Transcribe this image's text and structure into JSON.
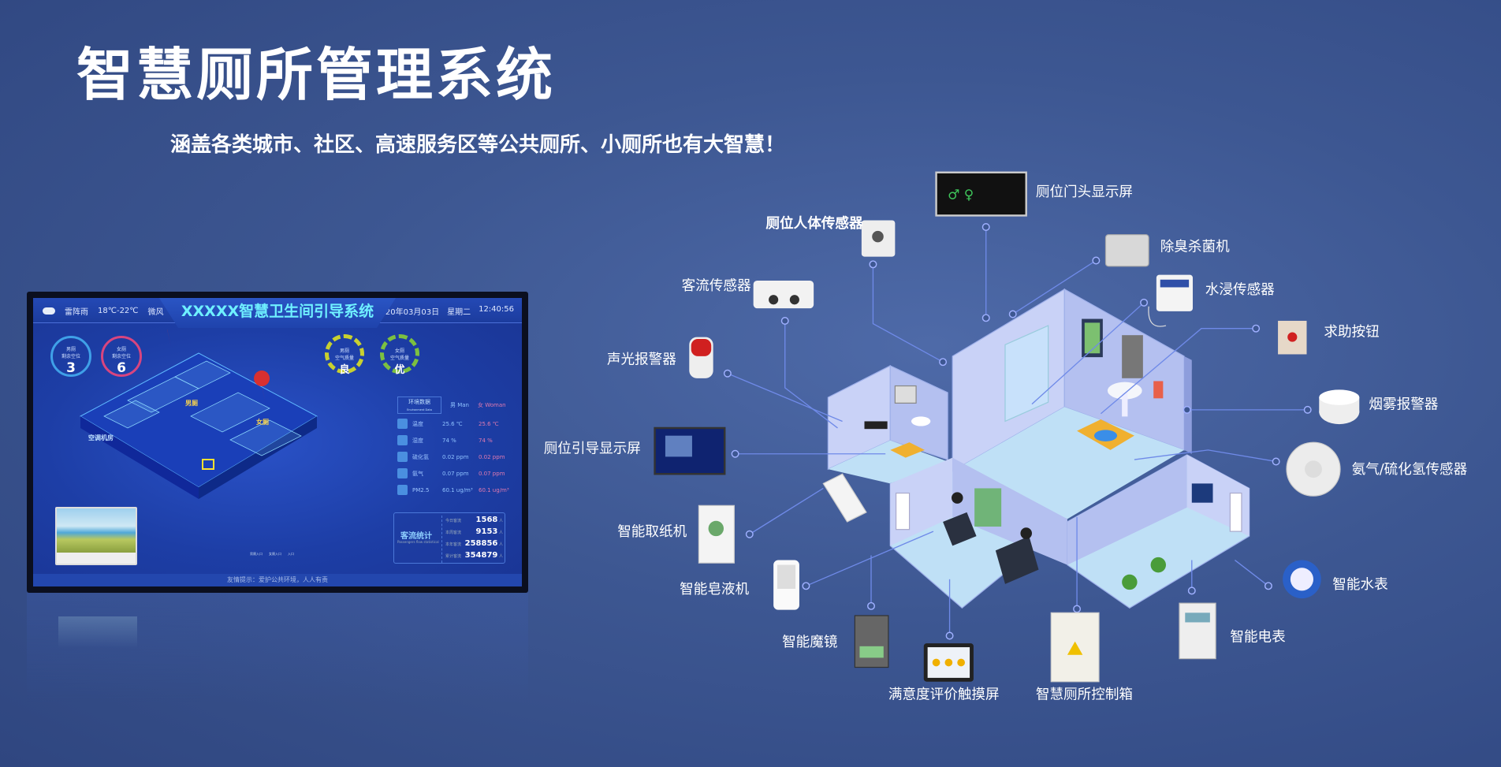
{
  "title": "智慧厕所管理系统",
  "subtitle": "涵盖各类城市、社区、高速服务区等公共厕所、小厕所也有大智慧！",
  "dashboard": {
    "weather": {
      "condition": "雷阵雨",
      "temp": "18℃-22℃",
      "wind": "微风"
    },
    "title": "XXXXX智慧卫生间引导系统",
    "date": "2020年03月03日",
    "weekday": "星期二",
    "time": "12:40:56",
    "vacancy": [
      {
        "label1": "男厕",
        "label2": "剩余空位",
        "value": "3"
      },
      {
        "label1": "女厕",
        "label2": "剩余空位",
        "value": "6"
      }
    ],
    "air_quality": [
      {
        "label1": "男厕",
        "label2": "空气质量",
        "value": "良"
      },
      {
        "label1": "女厕",
        "label2": "空气质量",
        "value": "优"
      }
    ],
    "map_labels": {
      "men": "男厕",
      "women": "女厕",
      "ac_room": "空调机房"
    },
    "legend": [
      "男厕入口",
      "女厕入口",
      "入口"
    ],
    "env": {
      "title": "环境数据",
      "title_en": "Environment Data",
      "men_header": "男 Man",
      "women_header": "女 Woman",
      "rows": [
        {
          "name": "温度",
          "men": "25.6 ℃",
          "women": "25.6 ℃"
        },
        {
          "name": "湿度",
          "men": "74 %",
          "women": "74 %"
        },
        {
          "name": "硫化氢",
          "men": "0.02 ppm",
          "women": "0.02 ppm"
        },
        {
          "name": "氨气",
          "men": "0.07 ppm",
          "women": "0.07 ppm"
        },
        {
          "name": "PM2.5",
          "men": "60.1 ug/m³",
          "women": "60.1 ug/m³"
        }
      ]
    },
    "stats": {
      "title": "客流统计",
      "title_en": "Passengers flow statistical",
      "unit": "人",
      "rows": [
        {
          "label": "今日客流",
          "value": "1568"
        },
        {
          "label": "本周客流",
          "value": "9153"
        },
        {
          "label": "本年客流",
          "value": "258856"
        },
        {
          "label": "累计客流",
          "value": "354879"
        }
      ]
    },
    "footer": "友情提示：爱护公共环境，人人有责"
  },
  "devices": {
    "door_display": "厕位门头显示屏",
    "body_sensor": "厕位人体传感器",
    "deodorizer": "除臭杀菌机",
    "flow_sensor": "客流传感器",
    "water_sensor": "水浸传感器",
    "help_button": "求助按钮",
    "alarm": "声光报警器",
    "smoke_alarm": "烟雾报警器",
    "guide_display": "厕位引导显示屏",
    "gas_sensor": "氨气/硫化氢传感器",
    "paper_machine": "智能取纸机",
    "soap_machine": "智能皂液机",
    "water_meter": "智能水表",
    "power_meter": "智能电表",
    "magic_mirror": "智能魔镜",
    "rating_screen": "满意度评价触摸屏",
    "control_box": "智慧厕所控制箱"
  }
}
